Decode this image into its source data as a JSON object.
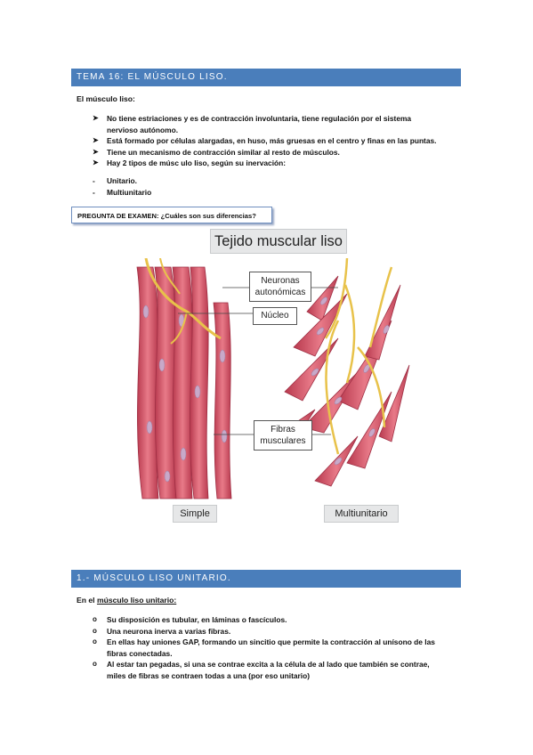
{
  "header1": {
    "title": "TEMA 16: EL MÚSCULO LISO."
  },
  "intro": {
    "label": "El músculo liso:"
  },
  "features": [
    {
      "line1": "No tiene estriaciones y es de contracción involuntaria, tiene regulación por el sistema",
      "line2": "nervioso autónomo."
    },
    {
      "line1": "Está formado por células alargadas, en huso, más gruesas en el centro y finas en las puntas.",
      "line2": ""
    },
    {
      "line1": "Tiene un mecanismo de contracción similar al resto de músculos.",
      "line2": ""
    },
    {
      "line1": "Hay 2 tipos de músc ulo liso, según su inervación:",
      "line2": ""
    }
  ],
  "types": [
    "Unitario.",
    "Multiunitario"
  ],
  "exam": {
    "text": "PREGUNTA DE EXAMEN: ¿Cuáles son sus diferencias?"
  },
  "figure": {
    "title": "Tejido muscular liso",
    "callouts": {
      "neurons_l1": "Neuronas",
      "neurons_l2": "autonómicas",
      "nucleus": "Núcleo",
      "fibers_l1": "Fibras",
      "fibers_l2": "musculares"
    },
    "caption_left": "Simple",
    "caption_right": "Multiunitario",
    "colors": {
      "muscle": "#d85a6c",
      "muscle_dark": "#b8394e",
      "nucleus": "#c8a9c9",
      "nerve": "#e8c24a",
      "caption_bg": "#e6e7e8"
    }
  },
  "header2": {
    "title": "1.- MÚSCULO LISO UNITARIO."
  },
  "unitary": {
    "intro_prefix": "En el ",
    "intro_underlined": "músculo liso unitario:",
    "items": [
      {
        "line1": "Su disposición es tubular, en láminas o fascículos.",
        "line2": ""
      },
      {
        "line1": "Una neurona inerva a varias fibras.",
        "line2": ""
      },
      {
        "line1": "En ellas hay uniones GAP, formando un sincitio que permite la contracción al unísono de las",
        "line2": "fibras conectadas."
      },
      {
        "line1": "Al estar tan pegadas, si una se contrae excita a la célula de al lado que también se contrae,",
        "line2": "miles de fibras se contraen todas a una (por eso unitario)"
      }
    ]
  },
  "theme": {
    "bar_color": "#4a7ebb"
  }
}
